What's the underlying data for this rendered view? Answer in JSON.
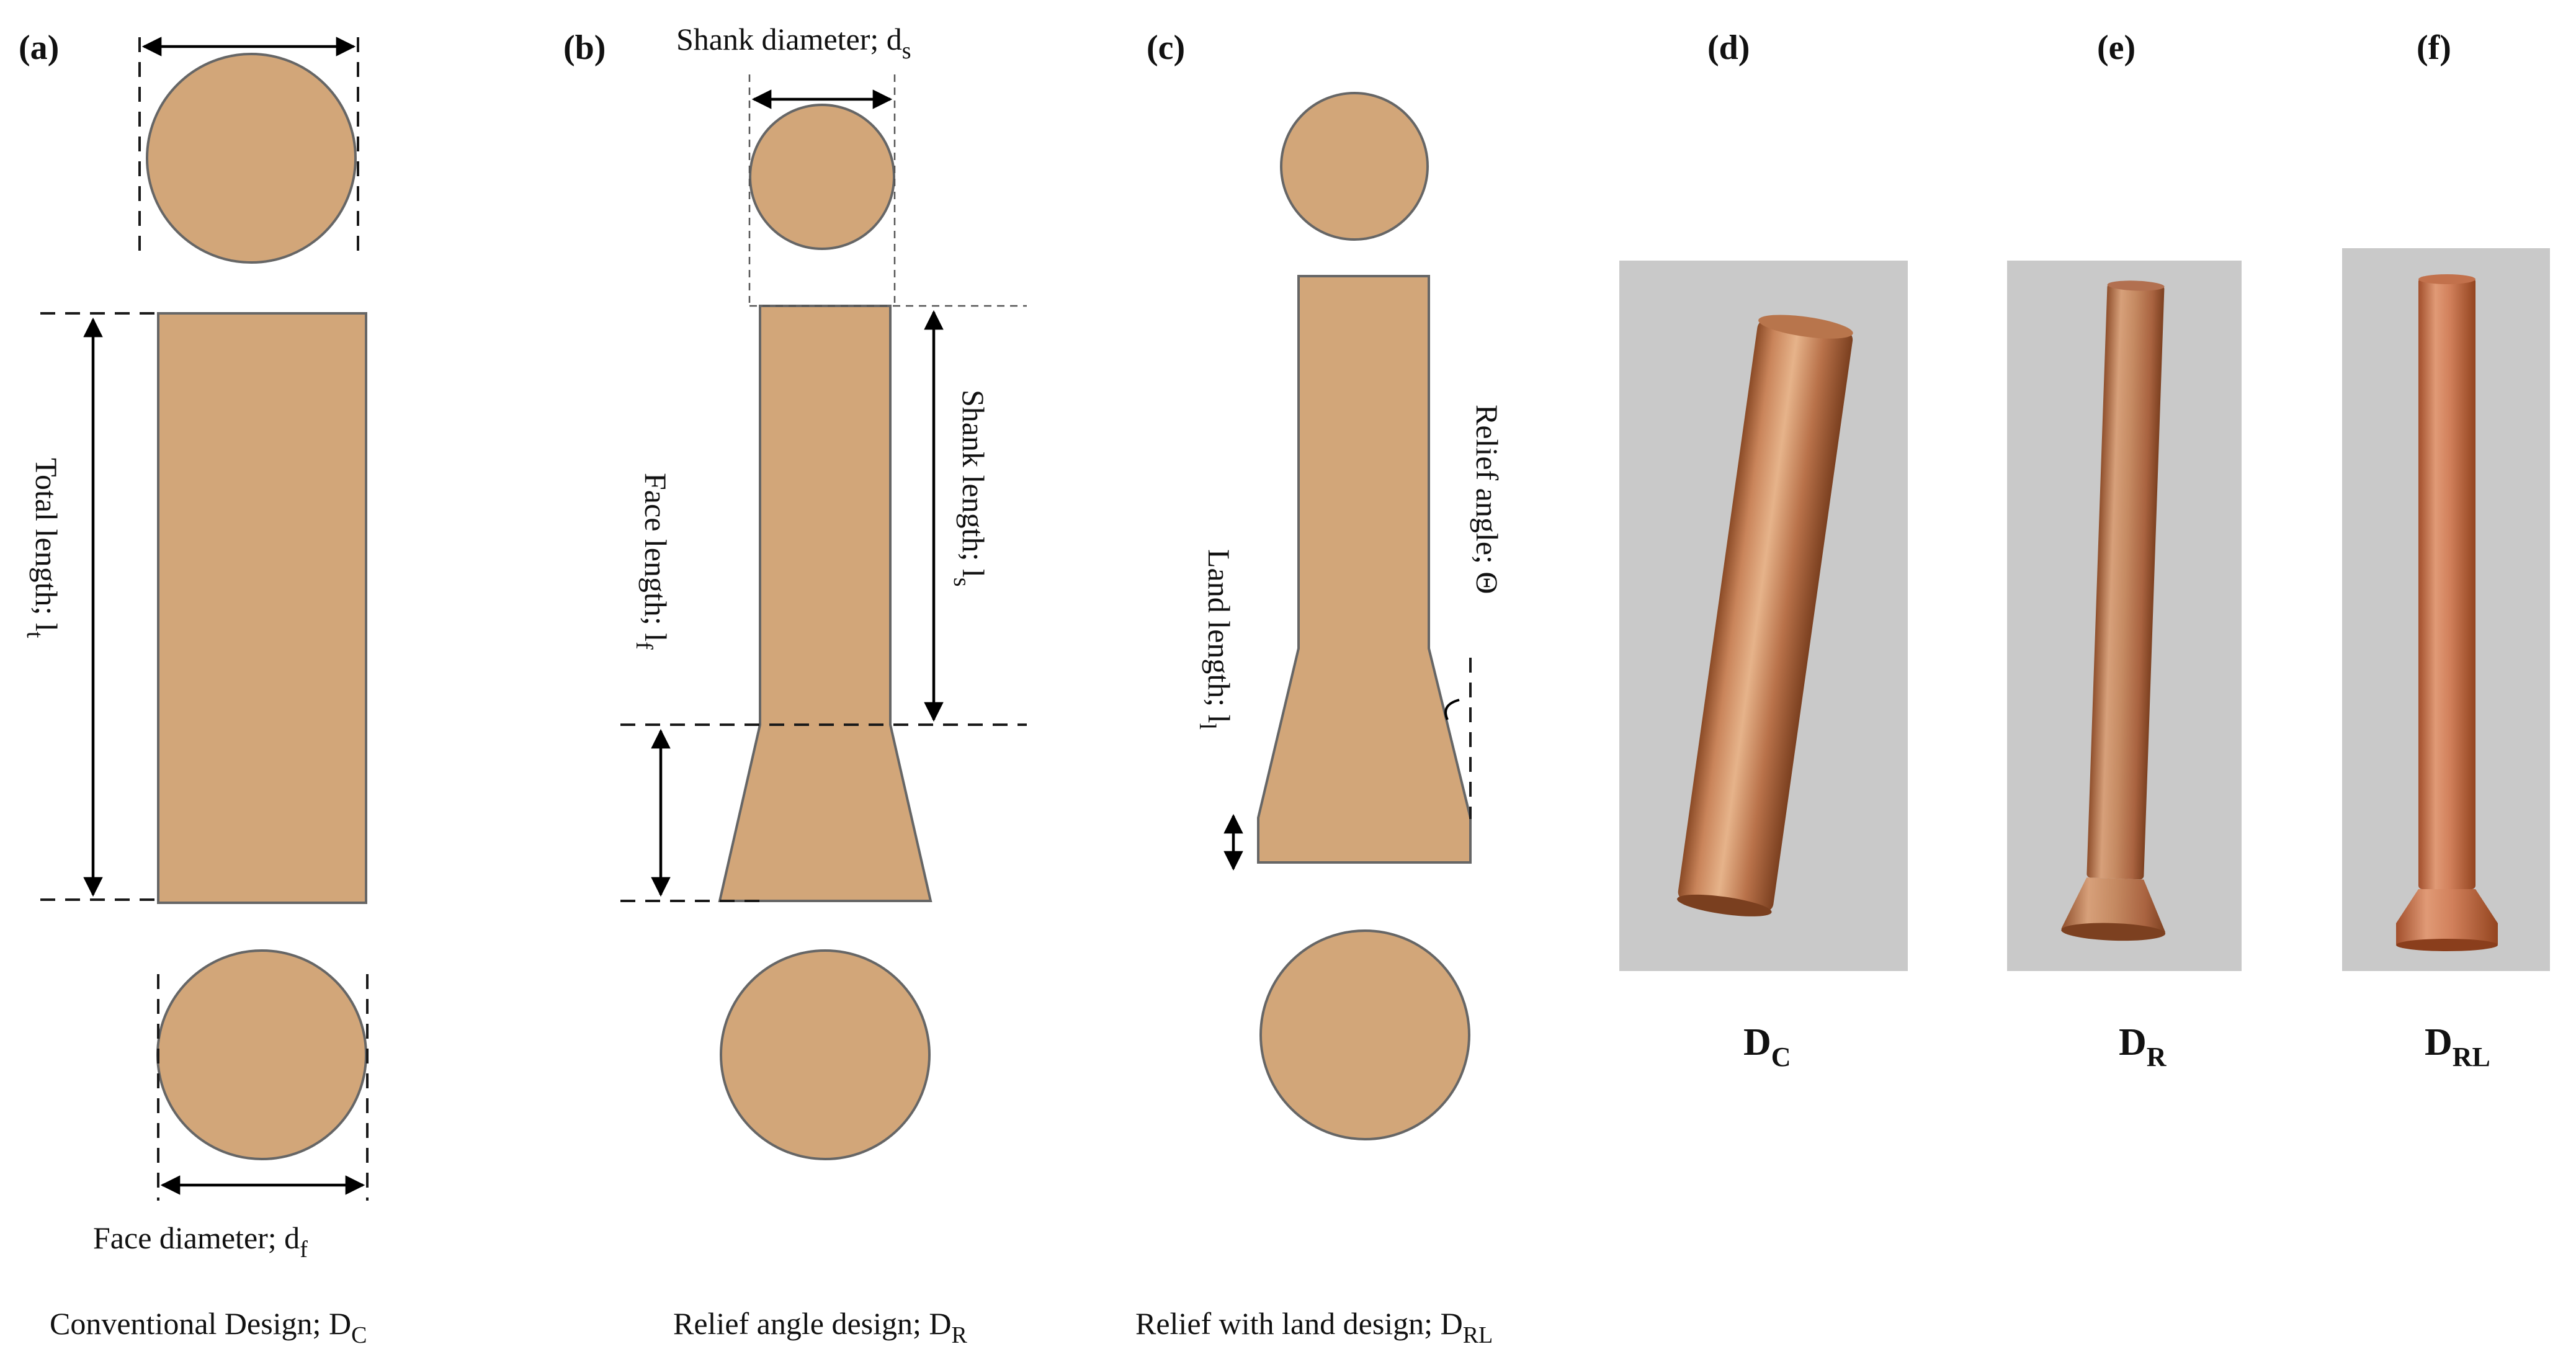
{
  "panels": {
    "a": "(a)",
    "b": "(b)",
    "c": "(c)",
    "d": "(d)",
    "e": "(e)",
    "f": "(f)"
  },
  "labels": {
    "total_length": {
      "text": "Total length; l",
      "sub": "t"
    },
    "face_diameter": {
      "text": "Face diameter; d",
      "sub": "f"
    },
    "shank_diameter": {
      "text": "Shank diameter; d",
      "sub": "s"
    },
    "shank_length": {
      "text": "Shank length; l",
      "sub": "s"
    },
    "face_length": {
      "text": "Face length; l",
      "sub": "f"
    },
    "relief_angle": {
      "text": "Relief angle; Θ"
    },
    "land_length": {
      "text": "Land length; l",
      "sub": "l"
    }
  },
  "captions": {
    "conventional": {
      "text": "Conventional Design; D",
      "sub": "C"
    },
    "relief": {
      "text": "Relief angle design; D",
      "sub": "R"
    },
    "relief_land": {
      "text": "Relief with land design; D",
      "sub": "RL"
    }
  },
  "photo_labels": {
    "dc": {
      "text": "D",
      "sub": "C"
    },
    "dr": {
      "text": "D",
      "sub": "R"
    },
    "drl": {
      "text": "D",
      "sub": "RL"
    }
  },
  "colors": {
    "copper_fill": "#D2A679",
    "outline": "#666666",
    "photo_background": "#c9c9c9",
    "copper_photo": "#c07a4c"
  }
}
